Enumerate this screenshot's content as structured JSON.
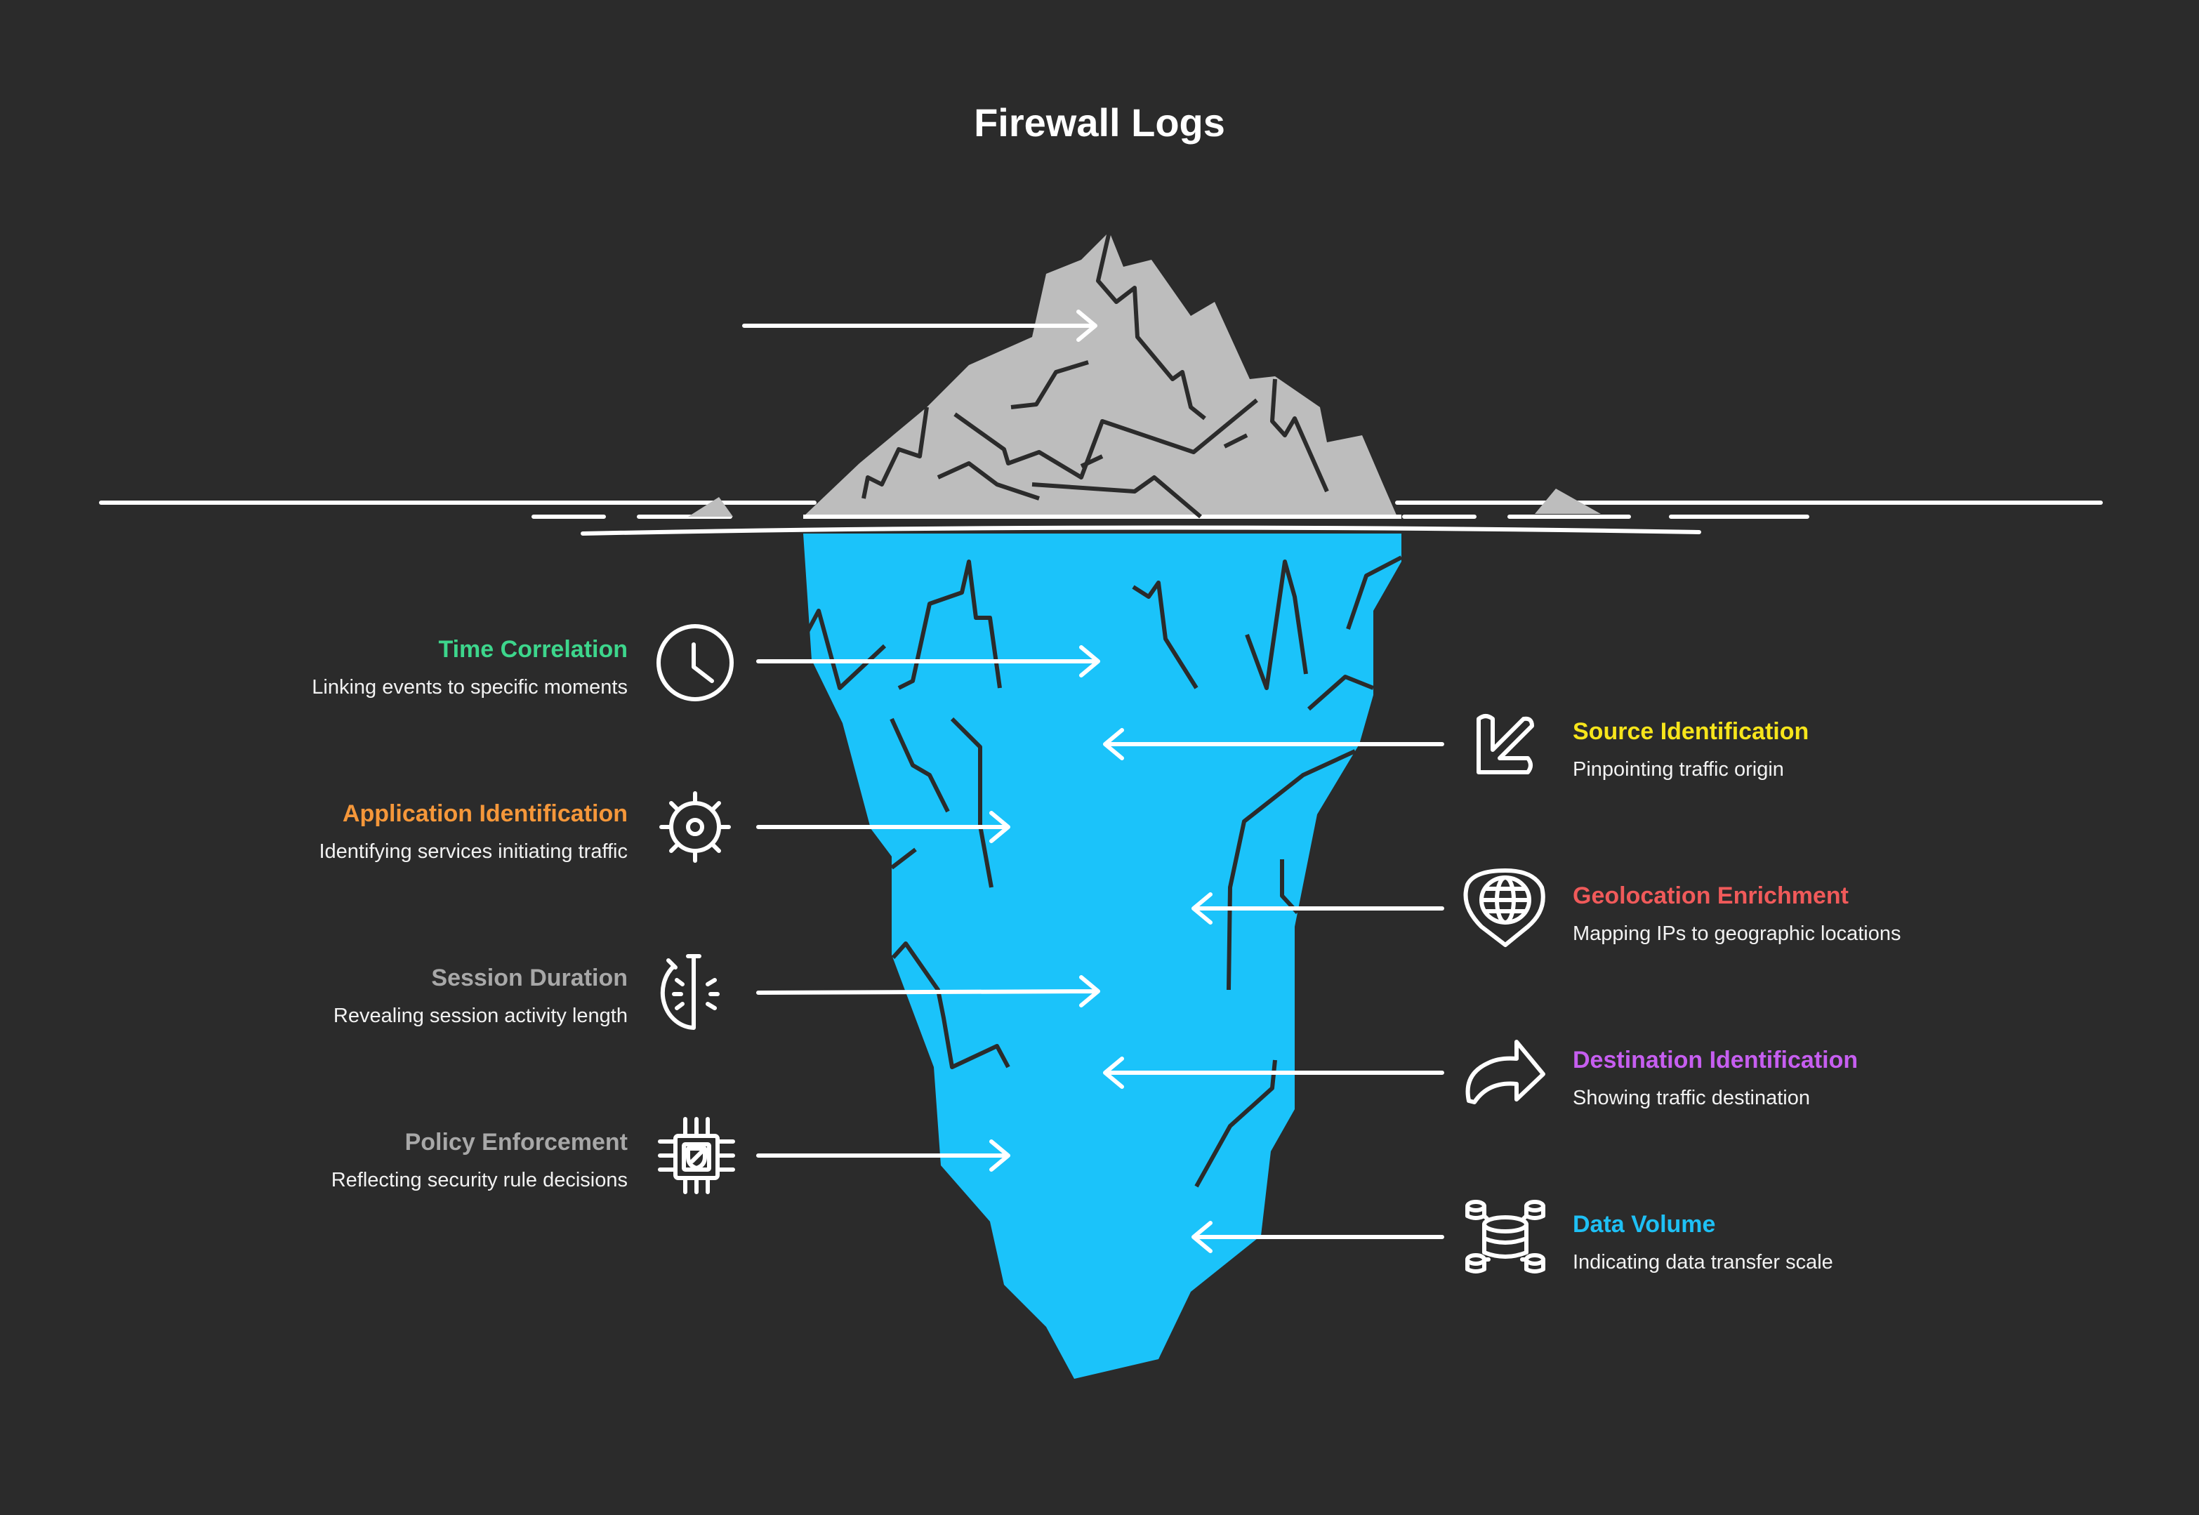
{
  "title": "Firewall Logs",
  "colors": {
    "background": "#2b2b2b",
    "ice": "#1bc3fa",
    "rock": "#bdbdbd"
  },
  "left_items": [
    {
      "title": "Time Correlation",
      "description": "Linking events to specific moments",
      "color": "#3dd68c",
      "icon": "clock-icon"
    },
    {
      "title": "Application Identification",
      "description": "Identifying services initiating traffic",
      "color": "#f5973a",
      "icon": "gear-icon"
    },
    {
      "title": "Session Duration",
      "description": "Revealing session activity length",
      "color": "#a8a8a8",
      "icon": "stopwatch-icon"
    },
    {
      "title": "Policy Enforcement",
      "description": "Reflecting security rule decisions",
      "color": "#a8a8a8",
      "icon": "chip-shield-icon"
    }
  ],
  "right_items": [
    {
      "title": "Source Identification",
      "description": "Pinpointing traffic origin",
      "color": "#f7e51b",
      "icon": "arrow-down-left-icon"
    },
    {
      "title": "Geolocation Enrichment",
      "description": "Mapping IPs to geographic locations",
      "color": "#f05a5a",
      "icon": "globe-pin-icon"
    },
    {
      "title": "Destination Identification",
      "description": "Showing traffic destination",
      "color": "#c65ef0",
      "icon": "forward-arrow-icon"
    },
    {
      "title": "Data Volume",
      "description": "Indicating data transfer scale",
      "color": "#1ec0f5",
      "icon": "database-network-icon"
    }
  ]
}
